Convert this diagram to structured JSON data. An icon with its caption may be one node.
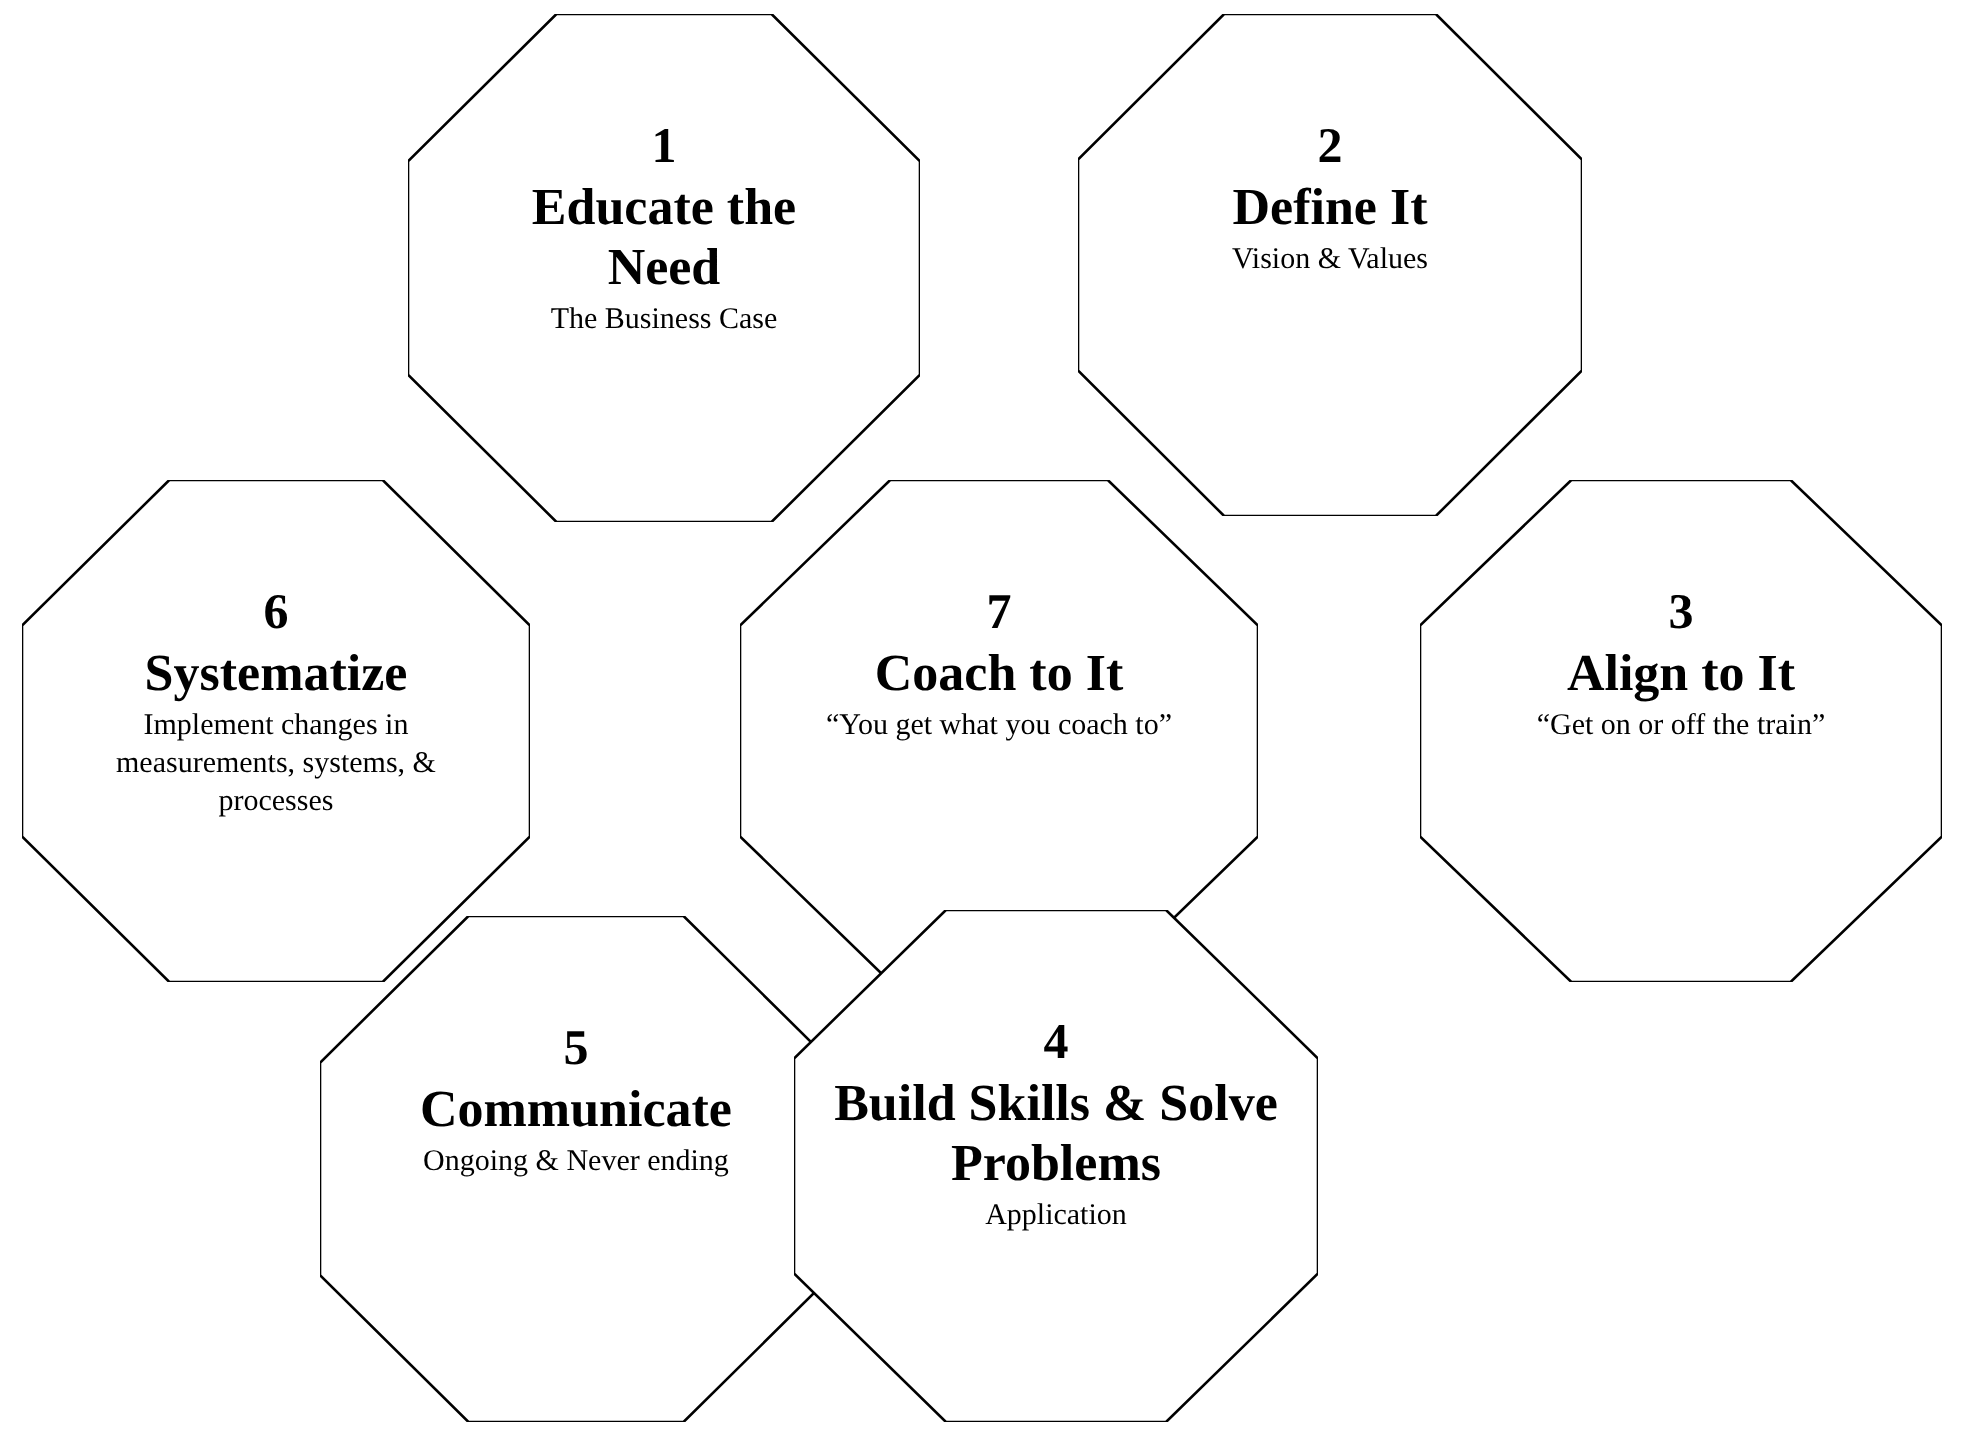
{
  "diagram": {
    "nodes": [
      {
        "text": [
          "1",
          "Educate the Need",
          "The Business Case"
        ]
      },
      {
        "text": [
          "2",
          "Define It",
          "Vision & Values"
        ]
      },
      {
        "text": [
          "6",
          "Systematize",
          "Implement changes in measurements, systems, & processes"
        ]
      },
      {
        "text": [
          "7",
          "Coach to It",
          "“You get what you coach to”"
        ]
      },
      {
        "text": [
          "3",
          "Align to It",
          "“Get on or off the train”"
        ]
      },
      {
        "text": [
          "5",
          "Communicate",
          "Ongoing & Never ending"
        ]
      },
      {
        "text": [
          "4",
          "Build Skills & Solve Problems",
          "Application"
        ]
      }
    ]
  }
}
